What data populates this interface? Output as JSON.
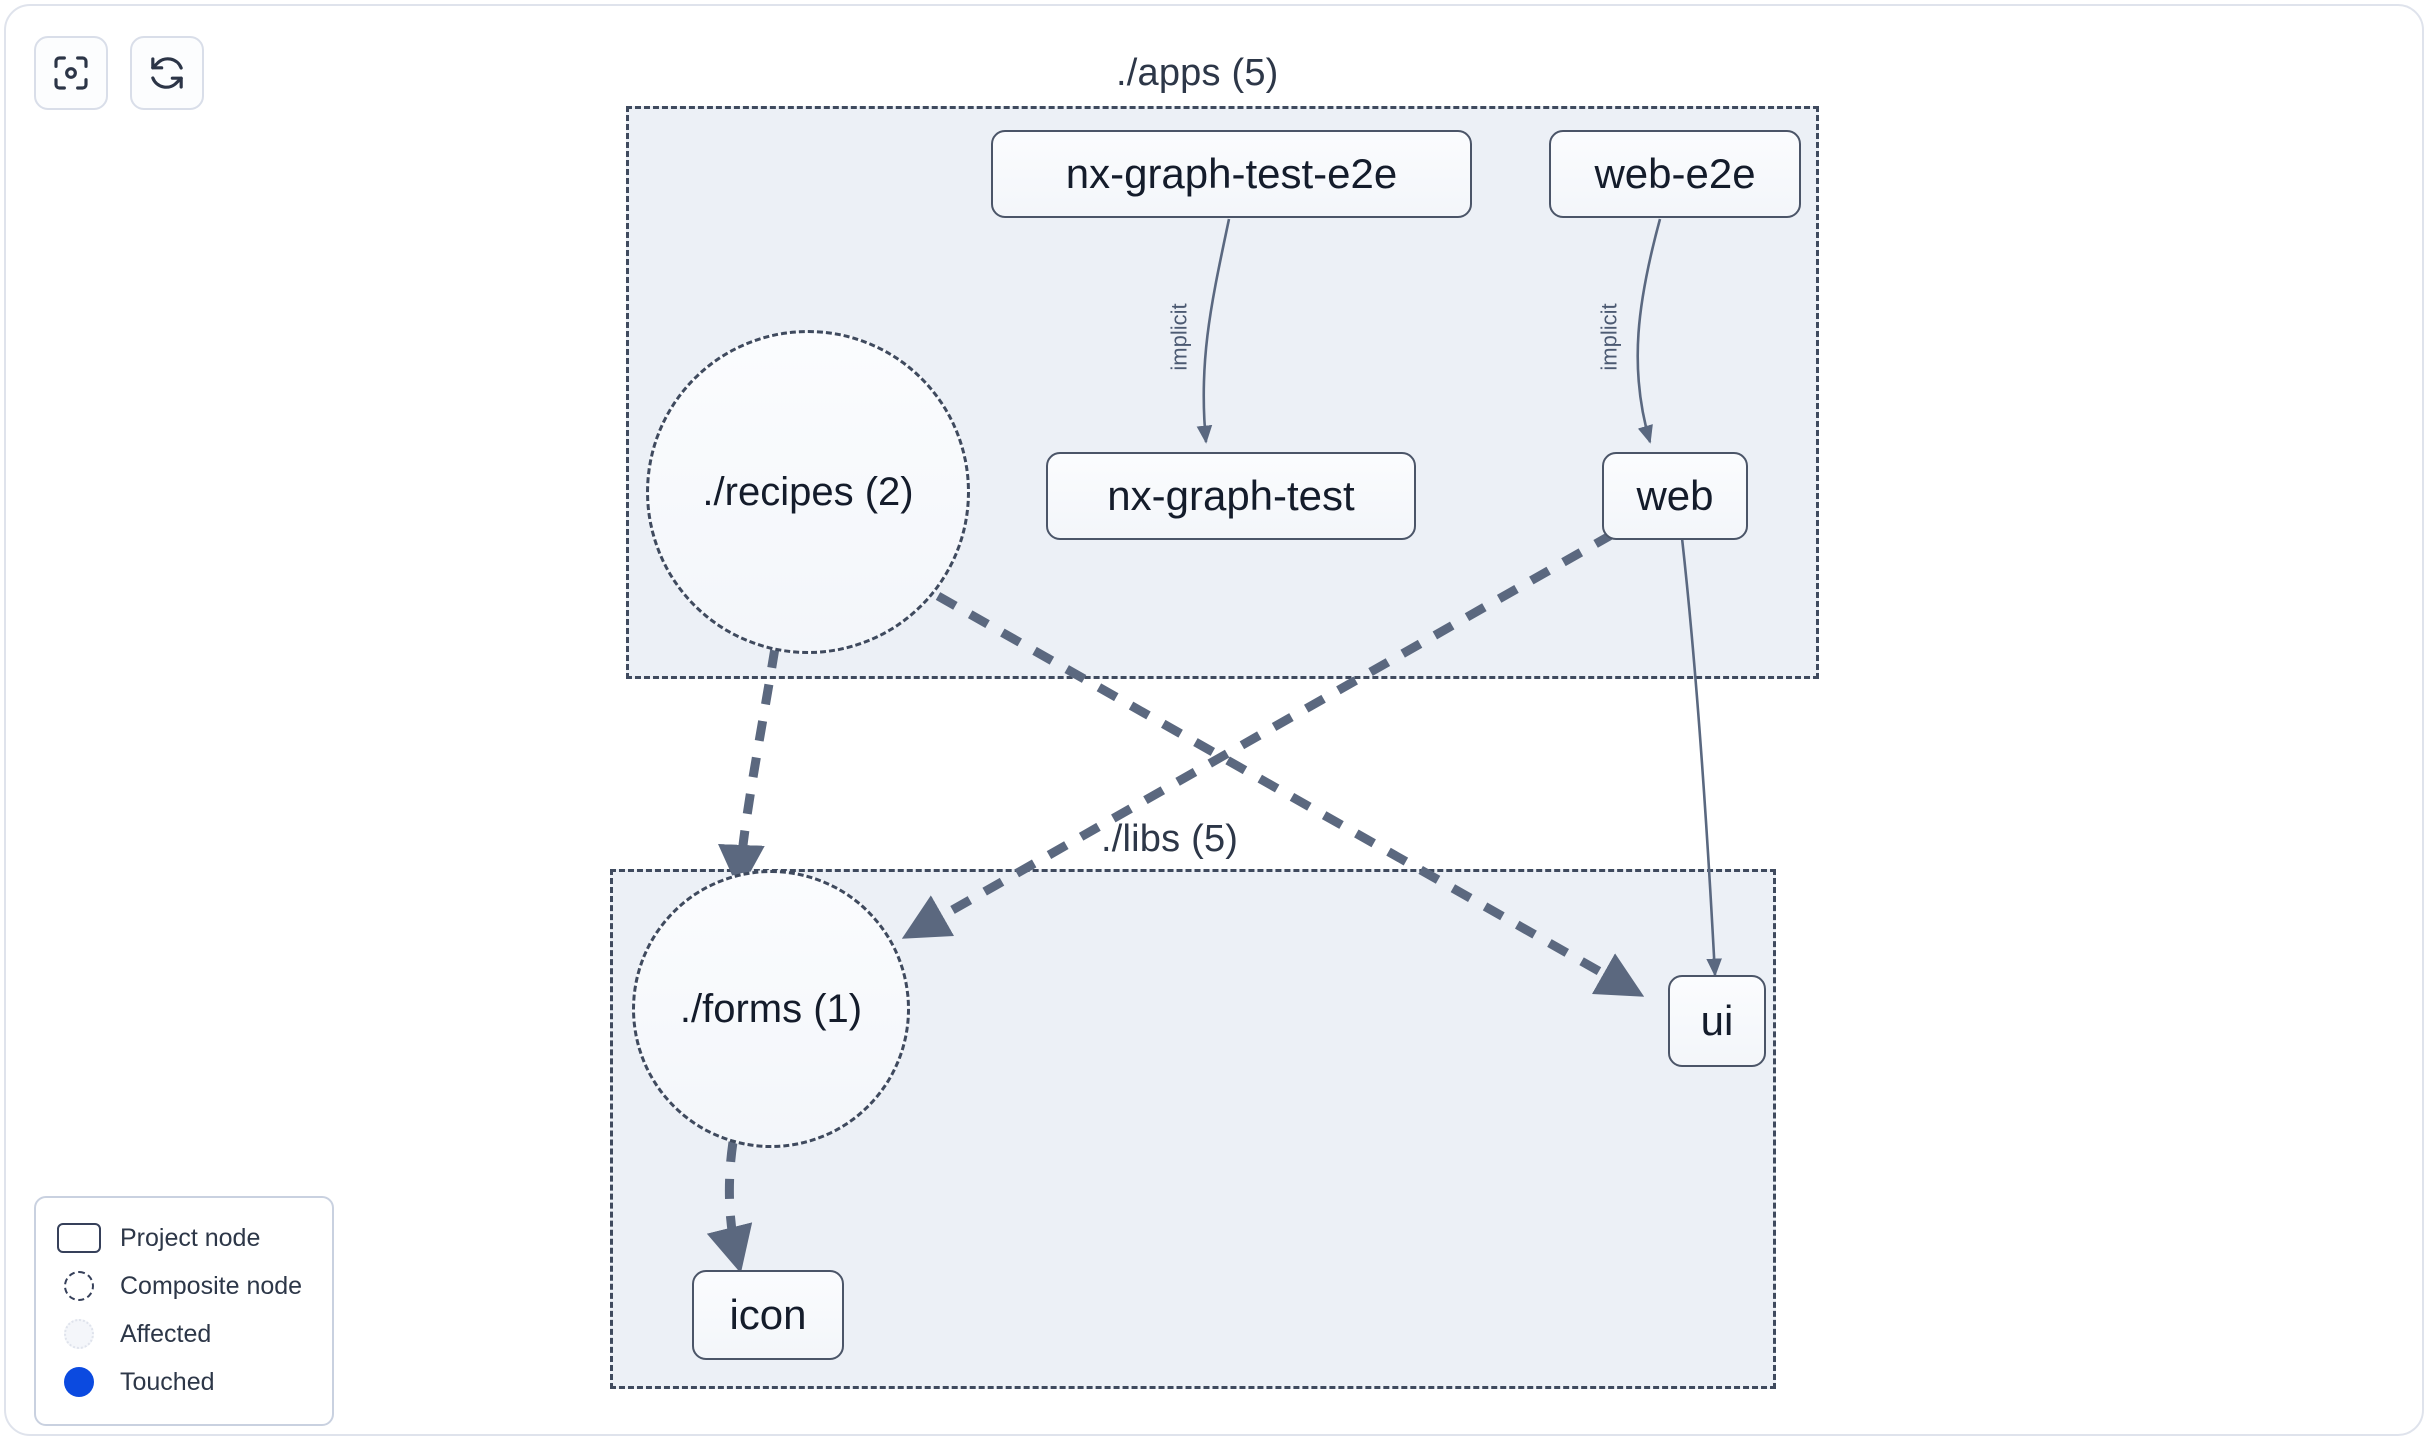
{
  "toolbar": {
    "buttons": [
      {
        "name": "select-focus-button",
        "icon": "focus-target-icon",
        "title": "Select all projects"
      },
      {
        "name": "refresh-button",
        "icon": "refresh-icon",
        "title": "Reset graph"
      }
    ]
  },
  "graph": {
    "groups": [
      {
        "id": "apps",
        "label": "./apps (5)"
      },
      {
        "id": "libs",
        "label": "./libs (5)"
      }
    ],
    "nodes": [
      {
        "id": "nx-graph-test-e2e",
        "label": "nx-graph-test-e2e",
        "type": "project",
        "group": "apps"
      },
      {
        "id": "web-e2e",
        "label": "web-e2e",
        "type": "project",
        "group": "apps"
      },
      {
        "id": "recipes",
        "label": "./recipes (2)",
        "type": "composite",
        "group": "apps"
      },
      {
        "id": "nx-graph-test",
        "label": "nx-graph-test",
        "type": "project",
        "group": "apps"
      },
      {
        "id": "web",
        "label": "web",
        "type": "project",
        "group": "apps"
      },
      {
        "id": "forms",
        "label": "./forms (1)",
        "type": "composite",
        "group": "libs"
      },
      {
        "id": "ui",
        "label": "ui",
        "type": "project",
        "group": "libs"
      },
      {
        "id": "icon",
        "label": "icon",
        "type": "project",
        "group": "libs"
      }
    ],
    "edges": [
      {
        "from": "nx-graph-test-e2e",
        "to": "nx-graph-test",
        "label": "implicit",
        "style": "solid"
      },
      {
        "from": "web-e2e",
        "to": "web",
        "label": "implicit",
        "style": "solid"
      },
      {
        "from": "web",
        "to": "ui",
        "label": "",
        "style": "solid"
      },
      {
        "from": "recipes",
        "to": "forms",
        "label": "",
        "style": "dashed"
      },
      {
        "from": "recipes",
        "to": "ui",
        "label": "",
        "style": "dashed"
      },
      {
        "from": "web",
        "to": "forms",
        "label": "",
        "style": "dashed"
      },
      {
        "from": "forms",
        "to": "icon",
        "label": "",
        "style": "dashed"
      }
    ],
    "edge_labels": [
      {
        "id": "implicit-1",
        "text": "implicit"
      },
      {
        "id": "implicit-2",
        "text": "implicit"
      }
    ]
  },
  "legend": {
    "items": [
      {
        "id": "project-node",
        "label": "Project node",
        "swatch": "project-node-swatch"
      },
      {
        "id": "composite-node",
        "label": "Composite node",
        "swatch": "composite-node-swatch"
      },
      {
        "id": "affected",
        "label": "Affected",
        "swatch": "affected-swatch"
      },
      {
        "id": "touched",
        "label": "Touched",
        "swatch": "touched-swatch"
      }
    ]
  },
  "colors": {
    "group_fill": "#ecf0f6",
    "group_border": "#3f4a5e",
    "node_border": "#4b5568",
    "node_text": "#141c2b",
    "edge": "#566craft",
    "edge_solid": "#5a6880",
    "edge_dashed": "#5b687f",
    "touched": "#0b4ae0",
    "card_border": "#dfe3ec"
  }
}
